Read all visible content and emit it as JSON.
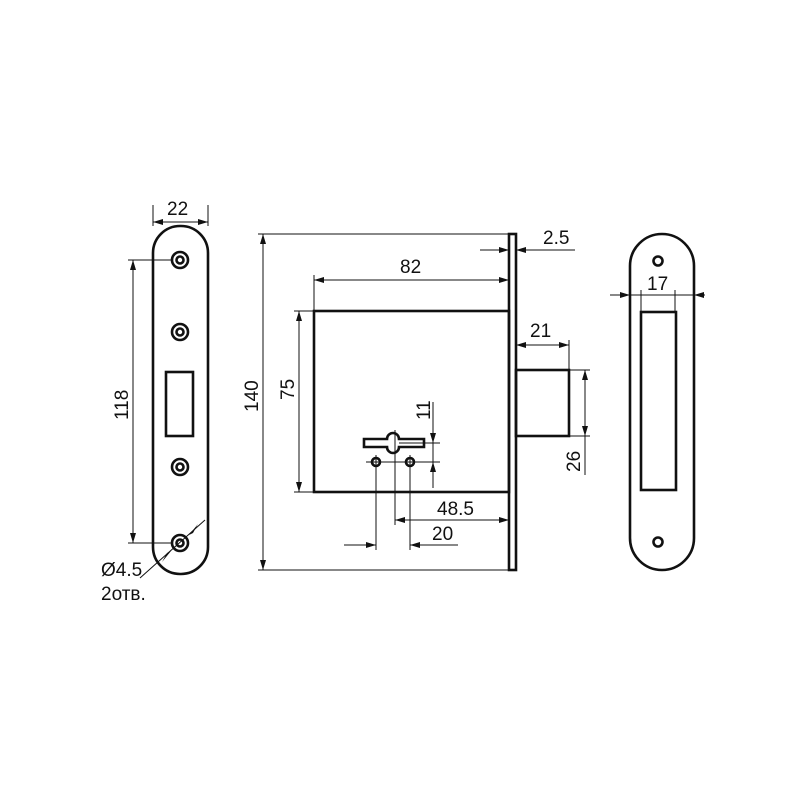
{
  "dimensions": {
    "strike_width": "22",
    "strike_hole_spacing": "118",
    "hole_diameter": "Ø4.5",
    "hole_count": "2отв.",
    "total_height": "140",
    "body_depth": "82",
    "faceplate_thickness": "2.5",
    "body_height": "75",
    "bolt_projection": "21",
    "bolt_height": "26",
    "key_offset": "11",
    "backset": "48.5",
    "hole_spacing": "20",
    "faceplate_width": "17"
  }
}
